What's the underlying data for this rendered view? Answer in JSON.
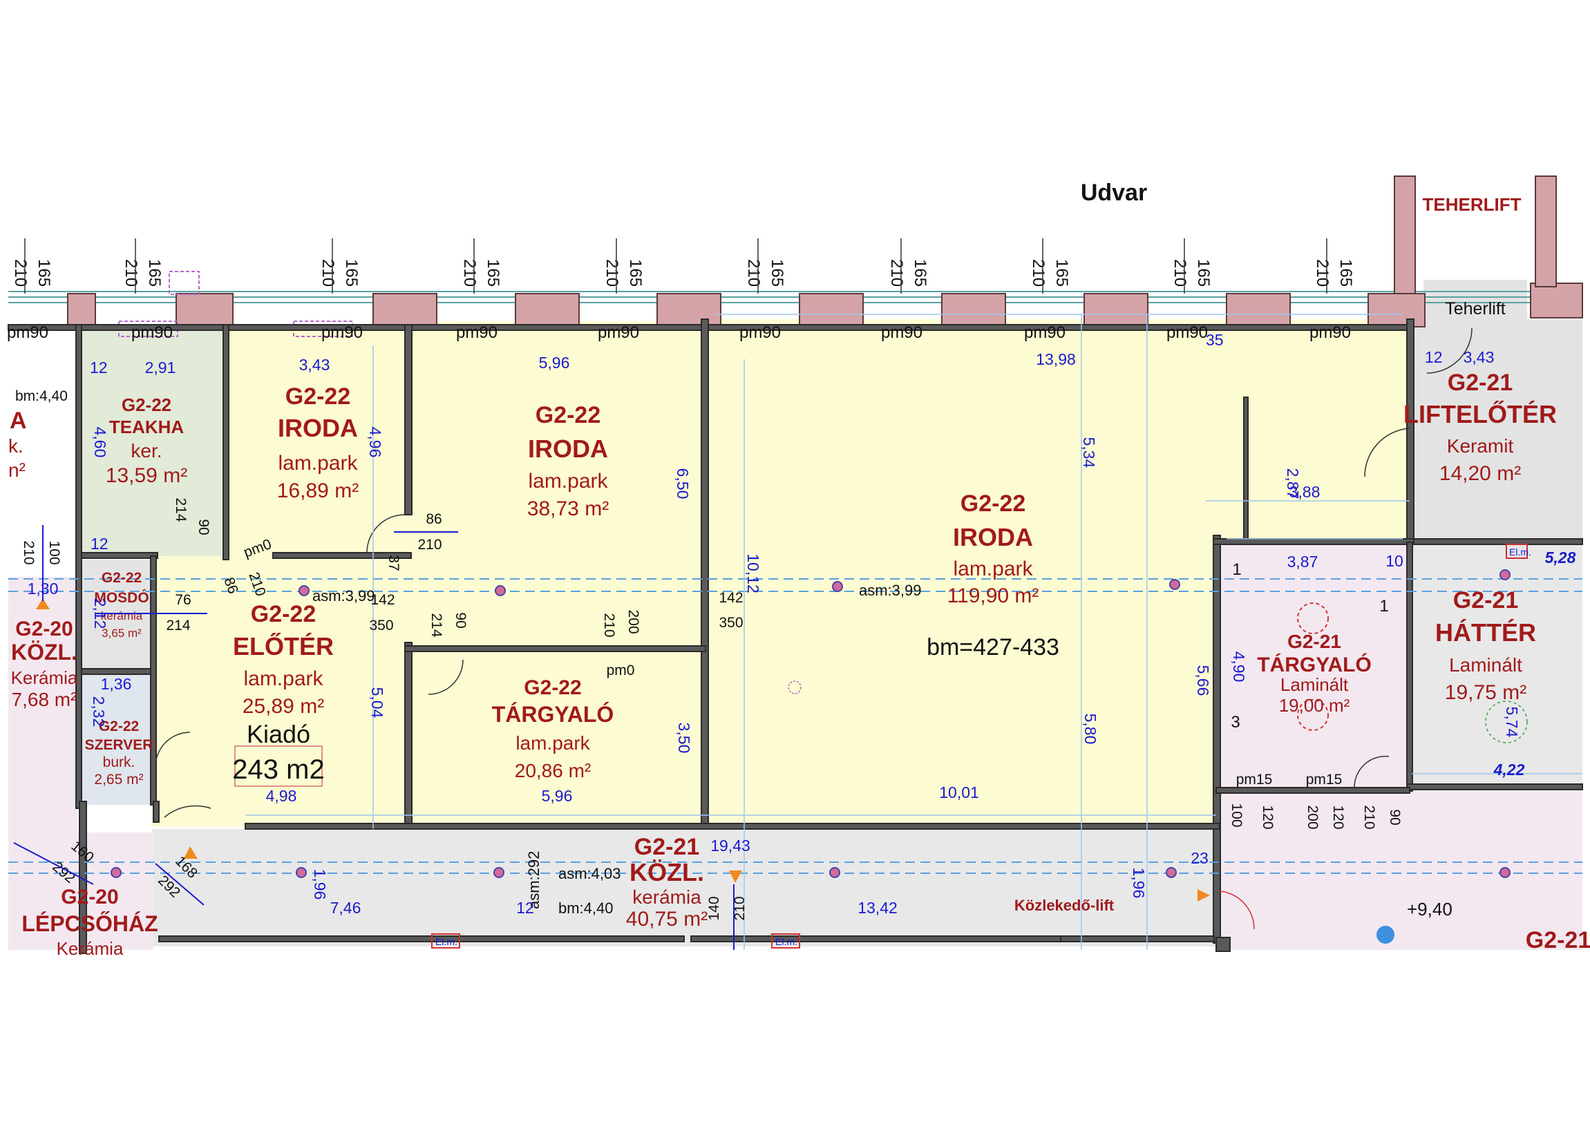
{
  "title": "Udvar",
  "labels": {
    "teherlift_top": "TEHERLIFT",
    "teherlift": "Teherlift",
    "kozlekedo_lift": "Közlekedő-lift",
    "kiado": "Kiadó",
    "kiado_area": "243 m2",
    "bm_main": "bm=427-433",
    "bm_left": "bm:4,40",
    "bm_corr": "bm:4,40",
    "asm1": "asm:3,99",
    "asm2": "asm:3,99",
    "asm3": "asm:4,03",
    "asm4": "asm:292",
    "level": "+9,40",
    "elm1": "El.m.",
    "elm2": "El.m.",
    "elm3": "El.m."
  },
  "rooms": {
    "teakha": {
      "code": "G2-22",
      "name": "TEAKHA",
      "floor": "ker.",
      "area": "13,59 m²"
    },
    "iroda1": {
      "code": "G2-22",
      "name": "IRODA",
      "floor": "lam.park",
      "area": "16,89 m²"
    },
    "iroda2": {
      "code": "G2-22",
      "name": "IRODA",
      "floor": "lam.park",
      "area": "38,73 m²"
    },
    "iroda3": {
      "code": "G2-22",
      "name": "IRODA",
      "floor": "lam.park",
      "area": "119,90 m²"
    },
    "liftelo": {
      "code": "G2-21",
      "name": "LIFTELŐTÉR",
      "floor": "Keramit",
      "area": "14,20 m²"
    },
    "mosdo": {
      "code": "G2-22",
      "name": "MOSDÓ",
      "floor": "kerámia",
      "area": "3,65 m²"
    },
    "eloter": {
      "code": "G2-22",
      "name": "ELŐTÉR",
      "floor": "lam.park",
      "area": "25,89 m²"
    },
    "kozl_l": {
      "code": "G2-20",
      "name": "KÖZL.",
      "floor": "Kerámia",
      "area": "7,68 m²"
    },
    "szerver": {
      "code": "G2-22",
      "name": "SZERVER",
      "floor": "burk.",
      "area": "2,65 m²"
    },
    "targyalo1": {
      "code": "G2-22",
      "name": "TÁRGYALÓ",
      "floor": "lam.park",
      "area": "20,86 m²"
    },
    "targyalo2": {
      "code": "G2-21",
      "name": "TÁRGYALÓ",
      "floor": "Laminált",
      "area": "19,00 m²"
    },
    "hatter": {
      "code": "G2-21",
      "name": "HÁTTÉR",
      "floor": "Laminált",
      "area": "19,75 m²"
    },
    "kozl_c": {
      "code": "G2-21",
      "name": "KÖZL.",
      "floor": "kerámia",
      "area": "40,75 m²"
    },
    "lepcso": {
      "code": "G2-20",
      "name": "LÉPCSŐHÁZ",
      "floor": "Kerámia"
    },
    "g221_br": {
      "code": "G2-21"
    },
    "left_partial": {
      "letter": "A",
      "frag1": "k.",
      "frag2": "n²"
    }
  },
  "window_dims": [
    "210",
    "165"
  ],
  "window_pm": "pm90",
  "dims_blue": {
    "d_2_91": "2,91",
    "d_3_43": "3,43",
    "d_5_96": "5,96",
    "d_13_98": "13,98",
    "d_3_43b": "3,43",
    "d_12a": "12",
    "d_12b": "12",
    "d_12c": "12",
    "d_35": "35",
    "d_4_60": "4,60",
    "d_4_96": "4,96",
    "d_6_50": "6,50",
    "d_5_34": "5,34",
    "d_2_87": "2,87",
    "d_3_88": "3,88",
    "d_3_87": "3,87",
    "d_10": "10",
    "d_5_28": "5,28",
    "d_10_12": "10,12",
    "d_1_30": "1,30",
    "d_2_12": "2,12",
    "d_1_36": "1,36",
    "d_2_32": "2,32",
    "d_5_04": "5,04",
    "d_4_98": "4,98",
    "d_5_96b": "5,96",
    "d_3_50": "3,50",
    "d_10_01": "10,01",
    "d_5_80": "5,80",
    "d_5_66": "5,66",
    "d_4_90": "4,90",
    "d_5_74": "5,74",
    "d_4_22": "4,22",
    "d_19_43": "19,43",
    "d_7_46": "7,46",
    "d_13_42": "13,42",
    "d_1_96a": "1,96",
    "d_1_96b": "1,96",
    "d_12d": "12",
    "d_23": "23"
  },
  "dims_black": {
    "b86": "86",
    "b210": "210",
    "b37": "37",
    "b142a": "142",
    "b350a": "350",
    "b142b": "142",
    "b350b": "350",
    "b214a": "214",
    "b90a": "90",
    "b214b": "214",
    "b90b": "90",
    "b210c": "210",
    "b200": "200",
    "b76": "76",
    "b214c": "214",
    "b86b": "86",
    "b210d": "210",
    "b100": "100",
    "b210e": "210",
    "b160": "160",
    "b292a": "292",
    "b168": "168",
    "b292b": "292",
    "b140": "140",
    "b210f": "210",
    "b100b": "100",
    "b120a": "120",
    "b200b": "200",
    "b120b": "120",
    "b210g": "210",
    "b90c": "90",
    "pm15a": "pm15",
    "pm15b": "pm15",
    "pm0a": "pm0",
    "pm0b": "pm0",
    "n1": "1",
    "n1b": "1",
    "n3": "3"
  },
  "colors": {
    "room_fill": "#fdfbd2",
    "lift_fill": "#e3e3e3",
    "pink_fill": "#f3e8f0",
    "label": "#a11a1a",
    "dim": "#1a1ad0"
  }
}
